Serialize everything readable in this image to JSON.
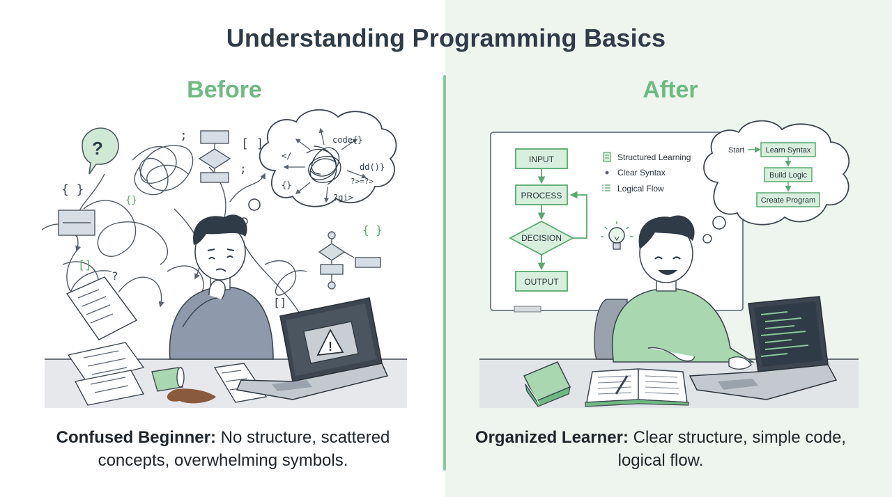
{
  "title": "Understanding Programming Basics",
  "before": {
    "heading": "Before",
    "caption_bold": "Confused Beginner:",
    "caption_text": " No structure, scattered concepts, overwhelming symbols.",
    "thought_tokens": [
      "code{}",
      "</",
      "dd()}",
      "?>=?>",
      "?gi>",
      "{}"
    ],
    "scatter_tokens": [
      "{ }",
      "[ ]",
      ";",
      "{}",
      "[]",
      "?",
      ";",
      "{ }",
      "[]"
    ]
  },
  "after": {
    "heading": "After",
    "caption_bold": "Organized Learner:",
    "caption_text": " Clear structure, simple code, logical flow.",
    "flowchart": [
      "INPUT",
      "PROCESS",
      "DECISION",
      "OUTPUT"
    ],
    "legend": [
      "Structured Learning",
      "Clear Syntax",
      "Logical Flow"
    ],
    "thought_start": "Start",
    "thought_steps": [
      "Learn Syntax",
      "Build Logic",
      "Create Program"
    ]
  },
  "colors": {
    "accent_green": "#6fb983",
    "dark_text": "#2f3b46",
    "gray_shirt": "#8e9aab",
    "green_shirt": "#a8d7b0"
  }
}
